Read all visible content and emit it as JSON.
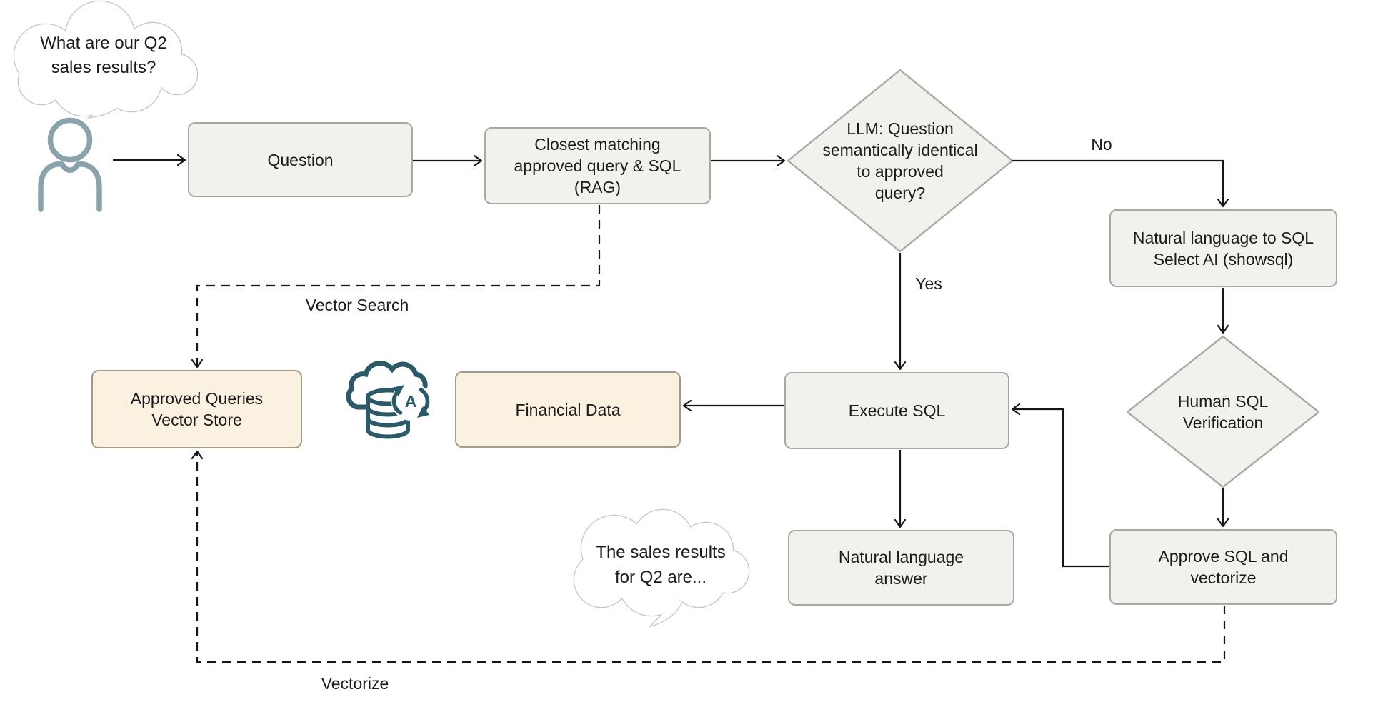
{
  "bubbles": {
    "question": {
      "lines": [
        "What are our Q2",
        "sales results?"
      ]
    },
    "answer": {
      "lines": [
        "The sales results",
        "for Q2 are..."
      ]
    }
  },
  "nodes": {
    "question": {
      "lines": [
        "Question"
      ]
    },
    "rag": {
      "lines": [
        "Closest matching",
        "approved query & SQL",
        "(RAG)"
      ]
    },
    "decision": {
      "lines": [
        "LLM: Question",
        "semantically identical",
        "to approved",
        "query?"
      ]
    },
    "nl2sql": {
      "lines": [
        "Natural language to SQL",
        "Select AI (showsql)"
      ]
    },
    "human_verify": {
      "lines": [
        "Human SQL",
        "Verification"
      ]
    },
    "approve": {
      "lines": [
        "Approve SQL and",
        "vectorize"
      ]
    },
    "execute": {
      "lines": [
        "Execute SQL"
      ]
    },
    "financial": {
      "lines": [
        "Financial Data"
      ]
    },
    "nl_answer": {
      "lines": [
        "Natural language",
        "answer"
      ]
    },
    "vector_store": {
      "lines": [
        "Approved Queries",
        "Vector Store"
      ]
    }
  },
  "edge_labels": {
    "no": "No",
    "yes": "Yes",
    "vector_search": "Vector Search",
    "vectorize": "Vectorize"
  },
  "icons": {
    "user": "user-icon",
    "cloud_db": "cloud-database-sync-icon",
    "sync_letter": "A"
  },
  "colors": {
    "node_fill": "#f2f1ee",
    "node_border": "#a8a8a1",
    "store_fill": "#fbf1e1",
    "store_border": "#a39a8e",
    "line": "#161616",
    "icon_teal": "#2b5968",
    "person": "#8aa2ac",
    "bubble_outline": "#c5c5c5"
  }
}
